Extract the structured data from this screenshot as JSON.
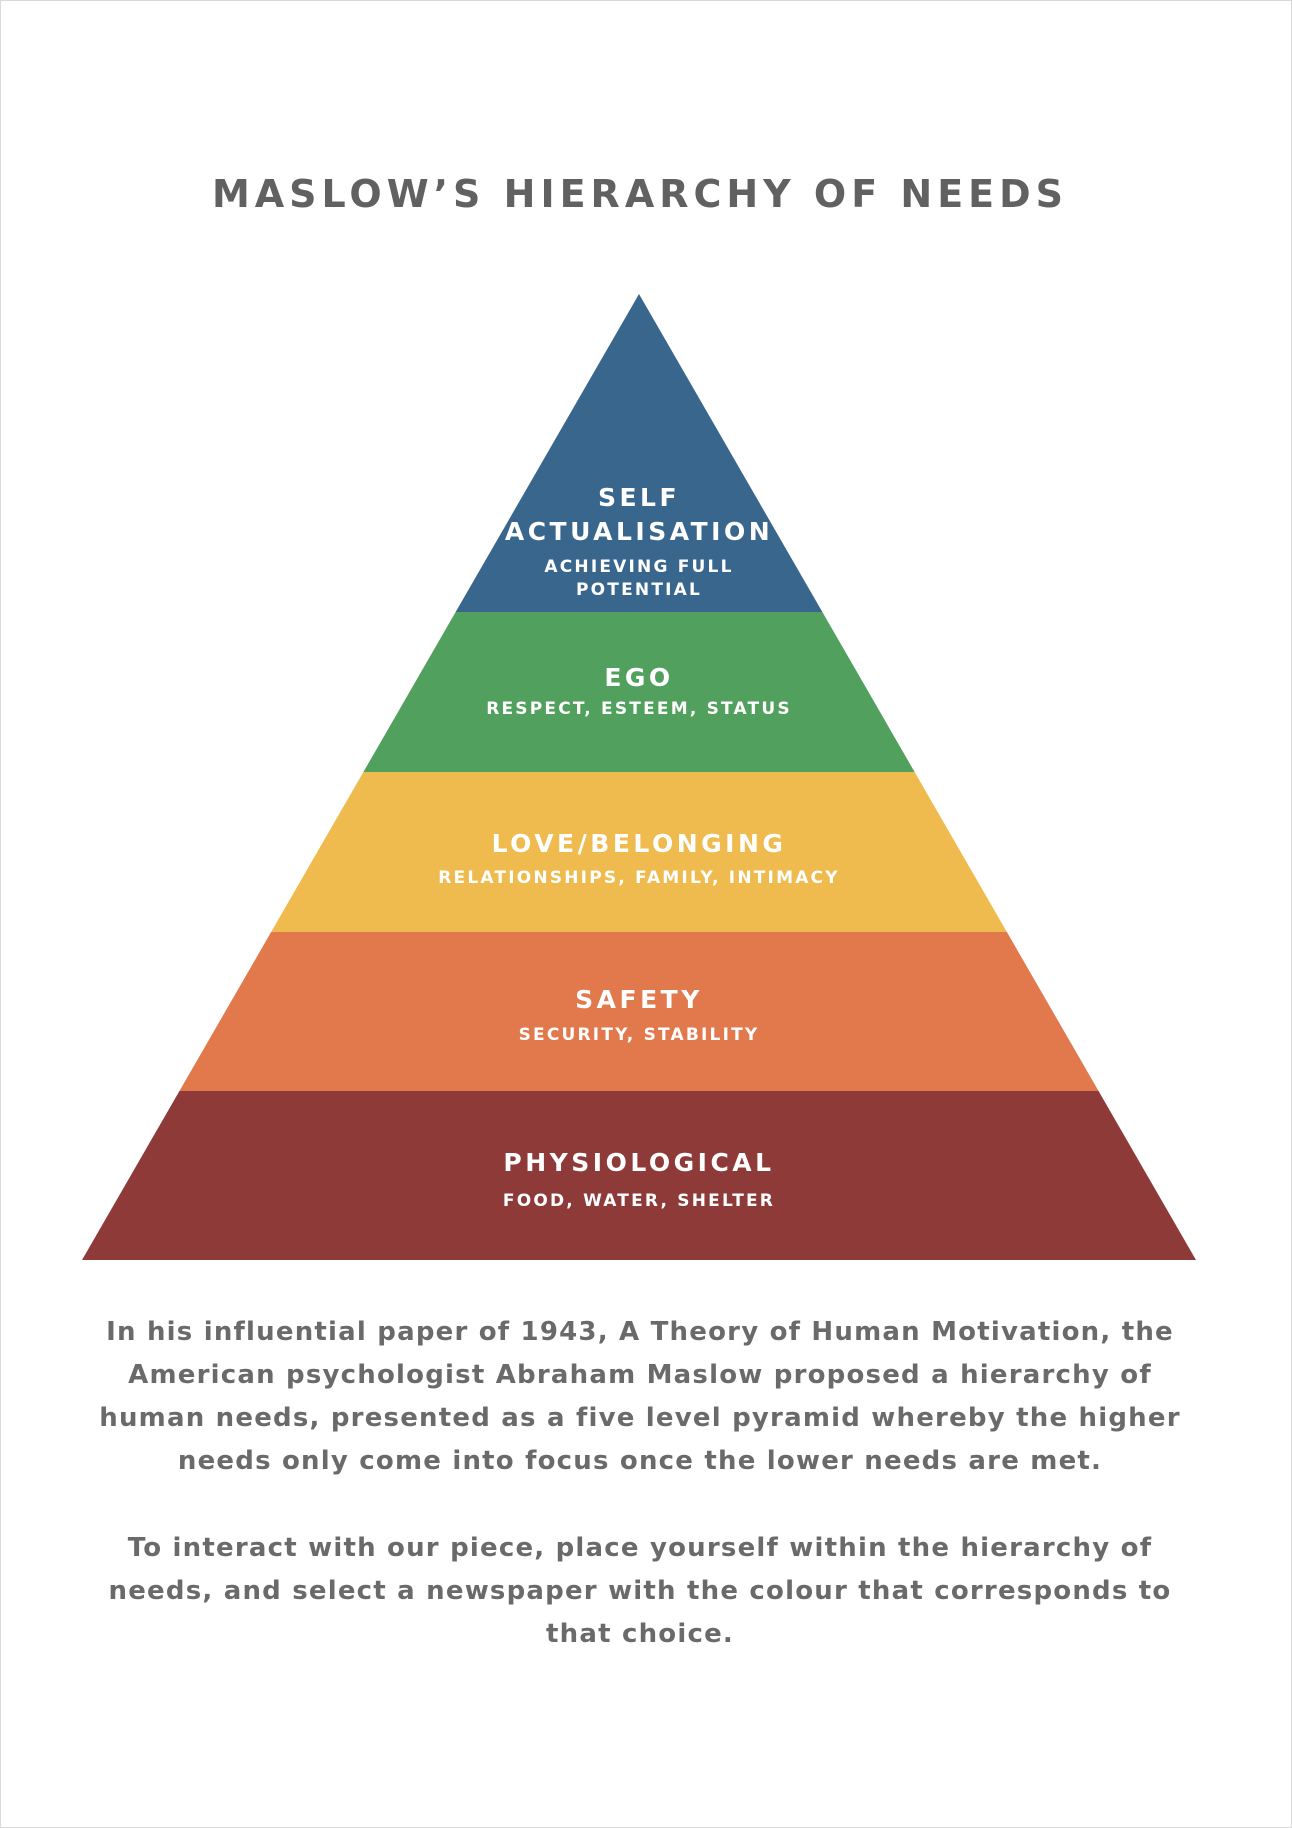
{
  "title": "MASLOW’S HIERARCHY OF NEEDS",
  "levels": [
    {
      "title_lines": [
        "SELF",
        "ACTUALISATION"
      ],
      "subtitle_lines": [
        "ACHIEVING FULL",
        "POTENTIAL"
      ],
      "color": "#38668D"
    },
    {
      "title_lines": [
        "EGO"
      ],
      "subtitle_lines": [
        "RESPECT, ESTEEM, STATUS"
      ],
      "color": "#51A05D"
    },
    {
      "title_lines": [
        "LOVE/BELONGING"
      ],
      "subtitle_lines": [
        "RELATIONSHIPS, FAMILY, INTIMACY"
      ],
      "color": "#F0BB4E"
    },
    {
      "title_lines": [
        "SAFETY"
      ],
      "subtitle_lines": [
        "SECURITY, STABILITY"
      ],
      "color": "#E2794C"
    },
    {
      "title_lines": [
        "PHYSIOLOGICAL"
      ],
      "subtitle_lines": [
        "FOOD, WATER, SHELTER"
      ],
      "color": "#8D3A39"
    }
  ],
  "description": "In his influential paper of 1943, A Theory of Human Motivation, the American psychologist Abraham Maslow proposed a hierarchy of human needs, presented as a five level pyramid whereby the higher needs only come into focus once the lower needs are met.",
  "instructions": "To interact with our piece, place yourself within the hierarchy of needs, and select a newspaper with the colour that corresponds to that choice."
}
